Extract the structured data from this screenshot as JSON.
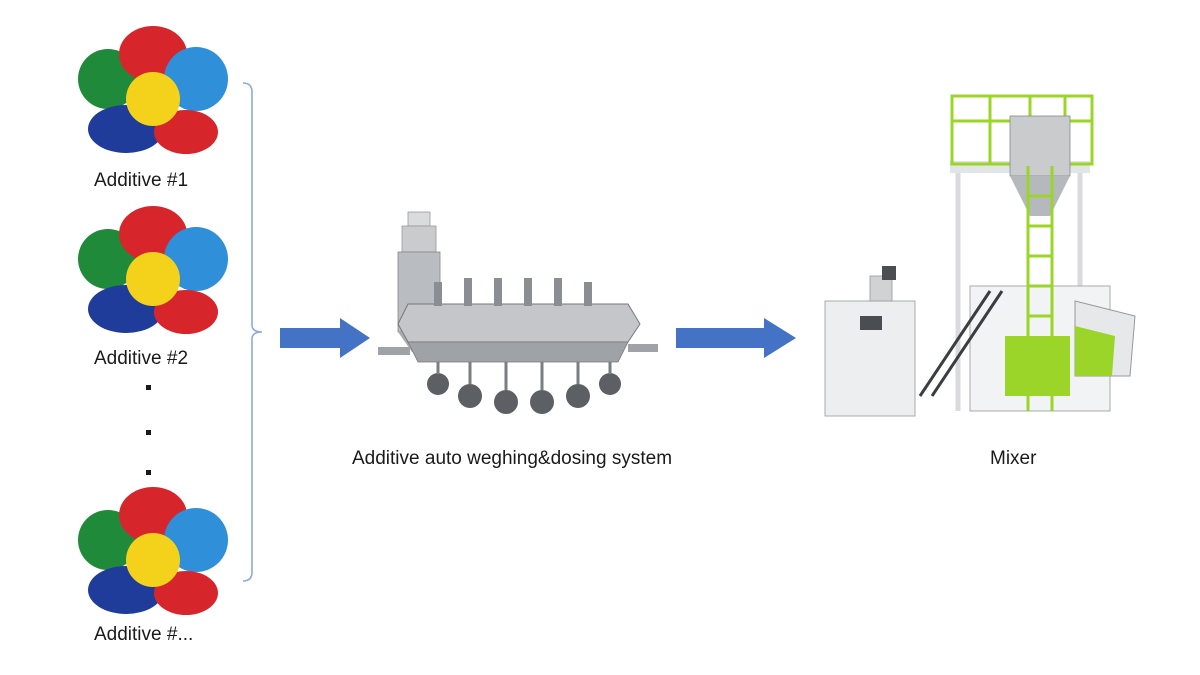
{
  "additives": [
    {
      "label": "Additive #1"
    },
    {
      "label": "Additive #2"
    },
    {
      "label": "Additive #..."
    }
  ],
  "ellipsis_dots": 3,
  "stages": {
    "dosing": {
      "label": "Additive auto weghing&dosing system"
    },
    "mixer": {
      "label": "Mixer"
    }
  },
  "colors": {
    "arrow": "#4472c4",
    "bracket": "#8faadc",
    "pellet_red": "#d7262b",
    "pellet_green": "#1f8a3a",
    "pellet_blue": "#2f8fd8",
    "pellet_yellow": "#f4d21c",
    "pellet_navy": "#1f3c9a",
    "machine_green": "#9bd52a",
    "steel": "#b9bcc0"
  },
  "icons": [
    "pellet-pile-icon",
    "flow-arrow-icon",
    "dosing-machine-icon",
    "mixer-machine-icon"
  ]
}
